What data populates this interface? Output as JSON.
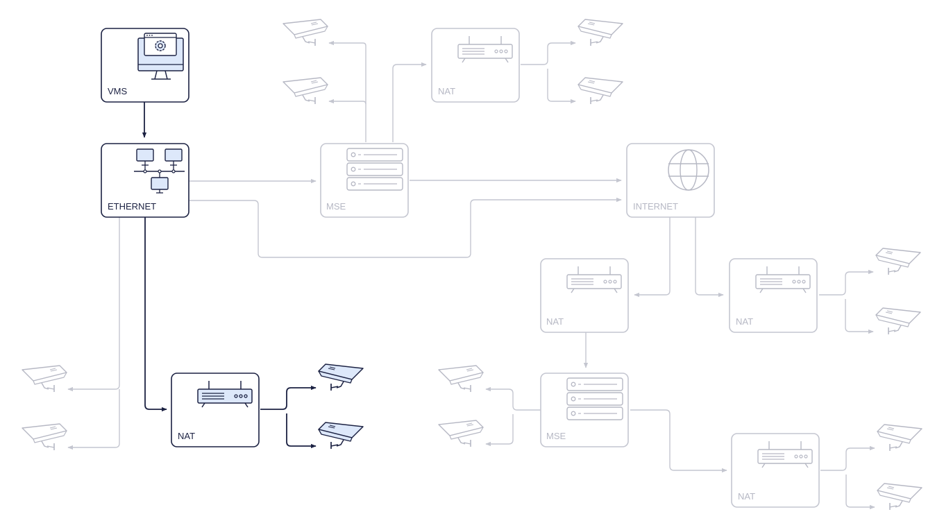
{
  "nodes": {
    "vms": {
      "label": "VMS"
    },
    "ethernet": {
      "label": "ETHERNET"
    },
    "nat_main": {
      "label": "NAT"
    },
    "mse_top": {
      "label": "MSE"
    },
    "nat_top": {
      "label": "NAT"
    },
    "internet": {
      "label": "INTERNET"
    },
    "nat_mid_left": {
      "label": "NAT"
    },
    "nat_mid_right": {
      "label": "NAT"
    },
    "mse_bottom": {
      "label": "MSE"
    },
    "nat_bottom": {
      "label": "NAT"
    }
  },
  "colors": {
    "active": "#1b2142",
    "inactive": "#c4c6d0",
    "icon_fill": "#dde8fa"
  },
  "icons": {
    "vms": "monitor-gear-icon",
    "ethernet": "network-icon",
    "nat": "router-icon",
    "mse": "server-stack-icon",
    "internet": "globe-icon",
    "camera": "cctv-camera-icon"
  }
}
